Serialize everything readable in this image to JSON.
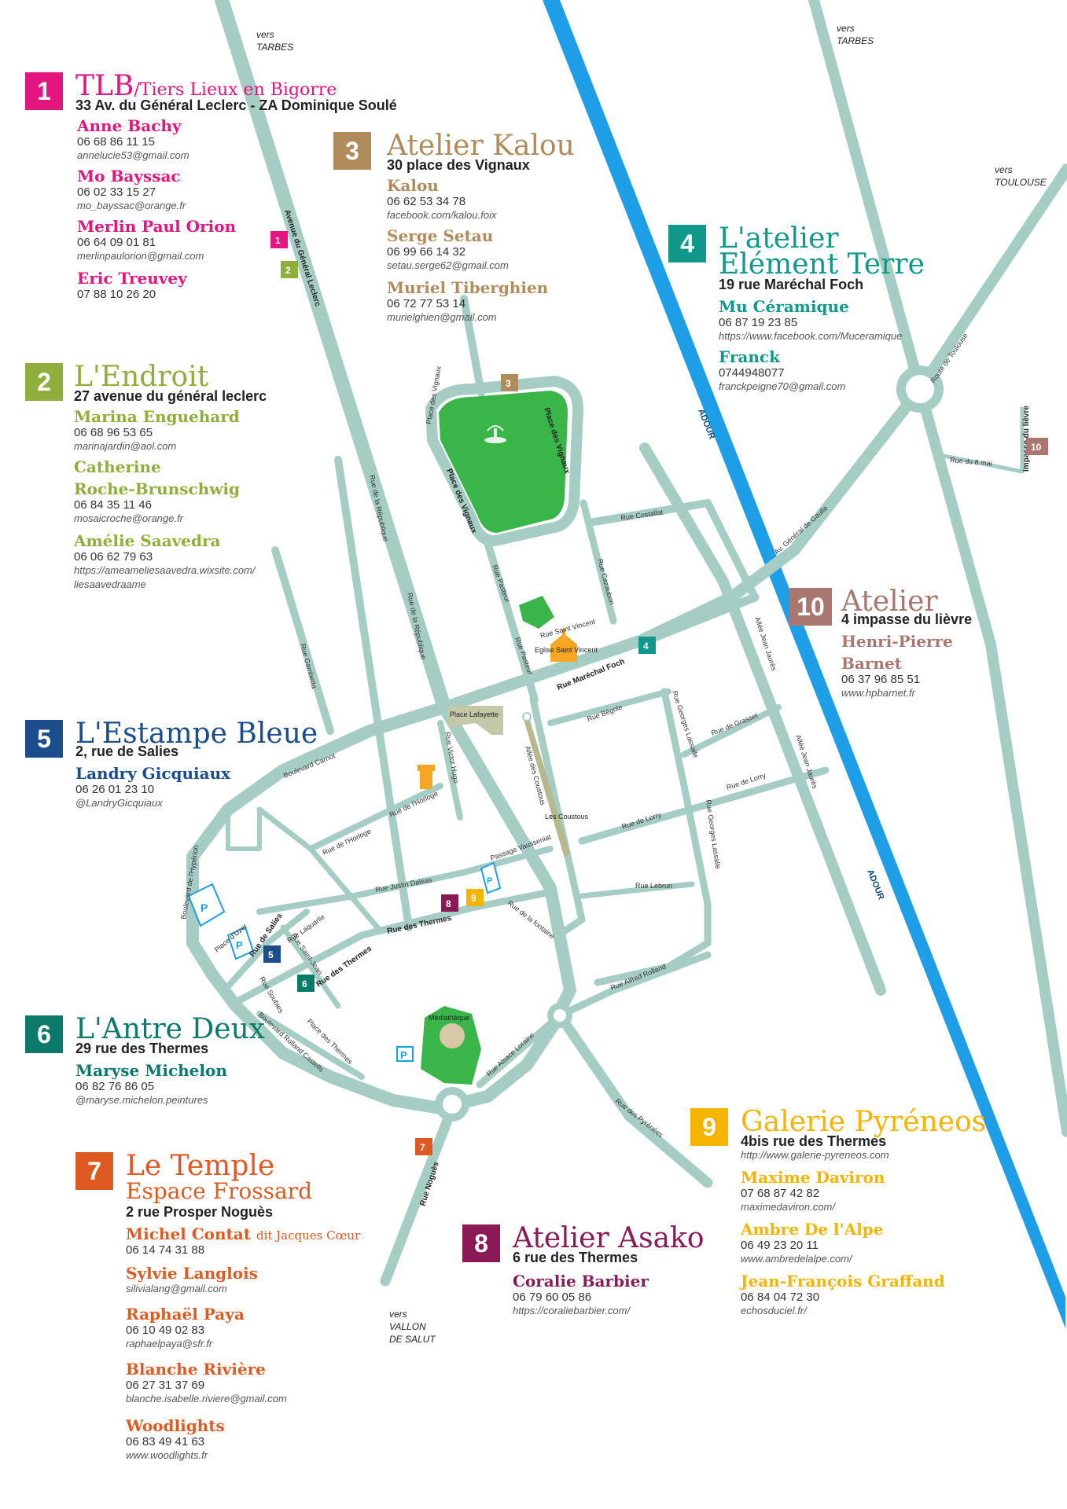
{
  "colors": {
    "tlb": "#e5157f",
    "endroit": "#8fae3c",
    "kalou": "#b08b5b",
    "element": "#10998a",
    "estampe": "#1b4c8c",
    "antre": "#0c7a6a",
    "temple": "#df5a23",
    "asako": "#8a1a55",
    "galerie": "#f4b400",
    "atelier10": "#a97770",
    "road": "#a6cdc4",
    "river": "#1e9ee6",
    "park": "#3ab54a"
  },
  "directions": {
    "tarbes_left": [
      "vers",
      "TARBES"
    ],
    "tarbes_right": [
      "vers",
      "TARBES"
    ],
    "toulouse": [
      "vers",
      "TOULOUSE"
    ],
    "vallon": [
      "vers",
      "VALLON",
      "DE SALUT"
    ]
  },
  "map_labels": {
    "avenue_leclerc": "Avenue du Général Leclerc",
    "rue_republique": "Rue de la République",
    "rue_republique_2": "Rue de la République",
    "rue_gambetta": "Rue Gambetta",
    "place_vignaux": "Place des Vignaux",
    "place_vignaux_2": "Place des Vignaux",
    "place_vignaux_3": "Place des Vignaux",
    "rue_costallat": "Rue Costallat",
    "rue_pasteur": "Rue Pasteur",
    "rue_pasteur_2": "Rue Pasteur",
    "rue_cazaubon": "Rue Cazaubon",
    "rue_saint_vincent": "Rue Saint Vincent",
    "eglise": "Eglise Saint Vincent",
    "rue_marechal_foch": "Rue Maréchal Foch",
    "place_lafayette": "Place Lafayette",
    "boulevard_carnot": "Boulevard Carnot",
    "rue_horloge": "Rue de l'Horloge",
    "rue_horloge_2": "Rue de l'Horloge",
    "rue_victor_hugo": "Rue Victor Hugo",
    "allee_coustous": "Allée des Coustous",
    "les_coustous": "Les Coustous",
    "rue_begole": "Rue Bégole",
    "rue_georges_lassalle": "Rue Georges Lassalle",
    "rue_georges_lassalle_2": "Rue Georges Lassalle",
    "rue_grasset": "Rue de Grasset",
    "rue_lorry": "Rue de Lorry",
    "rue_lorry_2": "Rue de Lorry",
    "allee_jean_jaures": "Allée Jean Jaurès",
    "allee_jean_jaures_2": "Allée Jean Jaurès",
    "adour": "ADOUR",
    "adour_2": "ADOUR",
    "av_general_gaulle": "Av. Général de Gaulle",
    "route_toulouse": "Route de Toulouse",
    "impasse_lievre": "Impasse du lièvre",
    "rue_8_mai": "Rue du 8 mai",
    "boulevard_hyperion": "Boulevard de l'Hypérion",
    "place_uzer": "Place d'Uzer",
    "rue_salies": "Rue de Salies",
    "rue_laquarlie": "Rue Laquarlie",
    "rue_saint_jean": "Rue Saint-Jean",
    "rue_justin_daleas": "Rue Justin Daléas",
    "passage_vausseniat": "Passage Vausseniat",
    "rue_thermes": "Rue des Thermes",
    "rue_thermes_2": "Rue des Thermes",
    "rue_fontaine": "Rue de la fontaine",
    "rue_lebrun": "Rue Lebrun",
    "rue_alfred_rolland": "Rue Alfred Rolland",
    "rue_soubies": "Rue Soubies",
    "boulevard_rolland_castells": "Boulevard Rolland Castells",
    "place_thermes": "Place des Thermes",
    "mediatheque": "Médiathèque",
    "rue_alsace_lorraine": "Rue Alsace Loraine",
    "rue_pyrenees": "Rue des Pyrénées",
    "rue_nogues": "Rue Noguès",
    "parking": "P"
  },
  "markers": [
    "1",
    "2",
    "3",
    "4",
    "5",
    "6",
    "7",
    "8",
    "9",
    "10"
  ],
  "tlb": {
    "num": "1",
    "title": "TLB",
    "title_sep": "/",
    "subtitle": "Tiers Lieux en Bigorre",
    "address": "33 Av. du Général Leclerc - ZA Dominique Soulé",
    "people": [
      {
        "name": "Anne Bachy",
        "phone": "06 68 86 11 15",
        "web": "annelucie53@gmail.com"
      },
      {
        "name": "Mo Bayssac",
        "phone": "06 02 33 15 27",
        "web": "mo_bayssac@orange.fr"
      },
      {
        "name": "Merlin Paul Orion",
        "phone": "06 64 09 01 81",
        "web": "merlinpaulorion@gmail.com"
      },
      {
        "name": "Eric Treuvey",
        "phone": "07 88 10 26 20"
      }
    ]
  },
  "endroit": {
    "num": "2",
    "title": "L'Endroit",
    "address": "27 avenue du général leclerc",
    "people": [
      {
        "name": "Marina Enguehard",
        "phone": "06 68 96 53 65",
        "web": "marinajardin@aol.com"
      },
      {
        "name": "Catherine",
        "name2": "Roche-Brunschwig",
        "phone": "06 84 35 11 46",
        "web": "mosaicroche@orange.fr"
      },
      {
        "name": "Amélie Saavedra",
        "phone": "06 06 62 79 63",
        "web": "https://ameameliesaavedra.wixsite.com/",
        "web2": "liesaavedraame"
      }
    ]
  },
  "kalou": {
    "num": "3",
    "title": "Atelier Kalou",
    "address": "30 place des Vignaux",
    "people": [
      {
        "name": "Kalou",
        "phone": "06 62 53 34 78",
        "web": "facebook.com/kalou.foix"
      },
      {
        "name": "Serge Setau",
        "phone": "06 99 66 14 32",
        "web": "setau.serge62@gmail.com"
      },
      {
        "name": "Muriel Tiberghien",
        "phone": "06 72 77 53 14",
        "web": "murielghien@gmail.com"
      }
    ]
  },
  "element": {
    "num": "4",
    "title": "L'atelier",
    "title2": "Elément Terre",
    "address": "19 rue Maréchal Foch",
    "people": [
      {
        "name": "Mu Céramique",
        "phone": "06 87 19 23 85",
        "web": "https://www.facebook.com/Muceramique"
      },
      {
        "name": "Franck",
        "phone": "0744948077",
        "web": "franckpeigne70@gmail.com"
      }
    ]
  },
  "estampe": {
    "num": "5",
    "title": "L'Estampe Bleue",
    "address": "2, rue de Salies",
    "people": [
      {
        "name": "Landry Gicquiaux",
        "phone": "06 26 01 23 10",
        "web": "@LandryGicquiaux"
      }
    ]
  },
  "antre": {
    "num": "6",
    "title": "L'Antre Deux",
    "address": "29 rue des Thermes",
    "people": [
      {
        "name": "Maryse Michelon",
        "phone": "06 82 76 86 05",
        "web": "@maryse.michelon.peintures"
      }
    ]
  },
  "temple": {
    "num": "7",
    "title": "Le Temple",
    "title2": "Espace Frossard",
    "address": "2 rue Prosper Noguès",
    "people": [
      {
        "name": "Michel Contat",
        "name_suffix": "dit Jacques Cœur",
        "phone": "06 14 74 31 88"
      },
      {
        "name": "Sylvie Langlois",
        "web": "silivialang@gmail.com"
      },
      {
        "name": "Raphaël Paya",
        "phone": "06 10 49 02 83",
        "web": "raphaelpaya@sfr.fr"
      },
      {
        "name": "Blanche Rivière",
        "phone": "06 27 31 37 69",
        "web": "blanche.isabelle.riviere@gmail.com"
      },
      {
        "name": "Woodlights",
        "phone": "06 83 49 41 63",
        "web": "www.woodlights.fr"
      }
    ]
  },
  "asako": {
    "num": "8",
    "title": "Atelier Asako",
    "address": "6 rue des Thermes",
    "people": [
      {
        "name": "Coralie Barbier",
        "phone": "06 79 60 05 86",
        "web": "https://coraliebarbier.com/"
      }
    ]
  },
  "galerie": {
    "num": "9",
    "title": "Galerie Pyréneos",
    "address": "4bis rue des Thermes",
    "website": "http://www.galerie-pyreneos.com",
    "people": [
      {
        "name": "Maxime Daviron",
        "phone": "07 68 87 42 82",
        "web": "maximedaviron.com/"
      },
      {
        "name": "Ambre De l'Alpe",
        "phone": "06 49 23 20 11",
        "web": "www.ambredelalpe.com/"
      },
      {
        "name": "Jean-François Graffand",
        "phone": "06 84 04 72 30",
        "web": "echosduciel.fr/"
      }
    ]
  },
  "atelier10": {
    "num": "10",
    "title": "Atelier",
    "address": "4 impasse du lièvre",
    "people": [
      {
        "name": "Henri-Pierre",
        "name2": "Barnet",
        "phone": "06 37 96 85 51",
        "web": "www.hpbarnet.fr"
      }
    ]
  }
}
